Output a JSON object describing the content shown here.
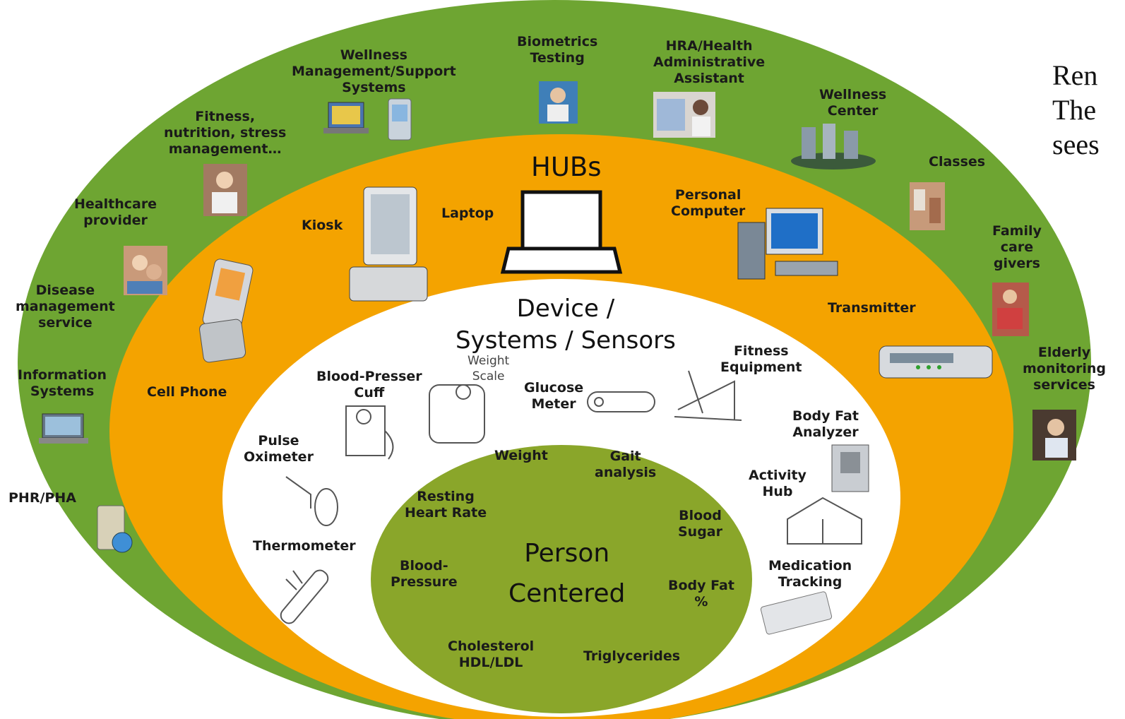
{
  "diagram": {
    "outer_ring": {
      "color": "#6ea532",
      "labels": {
        "wellness_mgmt": "Wellness\nManagement/Support\nSystems",
        "biometrics": "Biometrics\nTesting",
        "hra": "HRA/Health\nAdministrative\nAssistant",
        "wellness_center": "Wellness\nCenter",
        "classes": "Classes",
        "family": "Family\ncare\ngivers",
        "elderly": "Elderly\nmonitoring\nservices",
        "fitness_nutrition": "Fitness,\nnutrition, stress\nmanagement…",
        "healthcare": "Healthcare\nprovider",
        "disease": "Disease\nmanagement\nservice",
        "info_systems": "Information\nSystems",
        "phr": "PHR/PHA"
      }
    },
    "hub_ring": {
      "color": "#f4a300",
      "title": "HUBs",
      "labels": {
        "kiosk": "Kiosk",
        "laptop": "Laptop",
        "pc": "Personal\nComputer",
        "transmitter": "Transmitter",
        "cell": "Cell Phone"
      }
    },
    "device_ring": {
      "title": "Device /\nSystems / Sensors",
      "labels": {
        "bp_cuff": "Blood-Presser\nCuff",
        "weight_scale": "Weight\nScale",
        "glucose": "Glucose\nMeter",
        "fitness_eq": "Fitness\nEquipment",
        "body_fat_an": "Body Fat\nAnalyzer",
        "activity_hub": "Activity\nHub",
        "medication": "Medication\nTracking",
        "pulse_ox": "Pulse\nOximeter",
        "thermometer": "Thermometer"
      }
    },
    "core": {
      "color": "#8aa62a",
      "title": "Person\nCentered",
      "labels": {
        "weight": "Weight",
        "gait": "Gait\nanalysis",
        "resting_hr": "Resting\nHeart Rate",
        "blood_sugar": "Blood\nSugar",
        "blood_pressure": "Blood-\nPressure",
        "body_fat": "Body Fat\n%",
        "cholesterol": "Cholesterol\nHDL/LDL",
        "triglycerides": "Triglycerides"
      }
    }
  },
  "side_text": "Ren\nThe\nsees"
}
